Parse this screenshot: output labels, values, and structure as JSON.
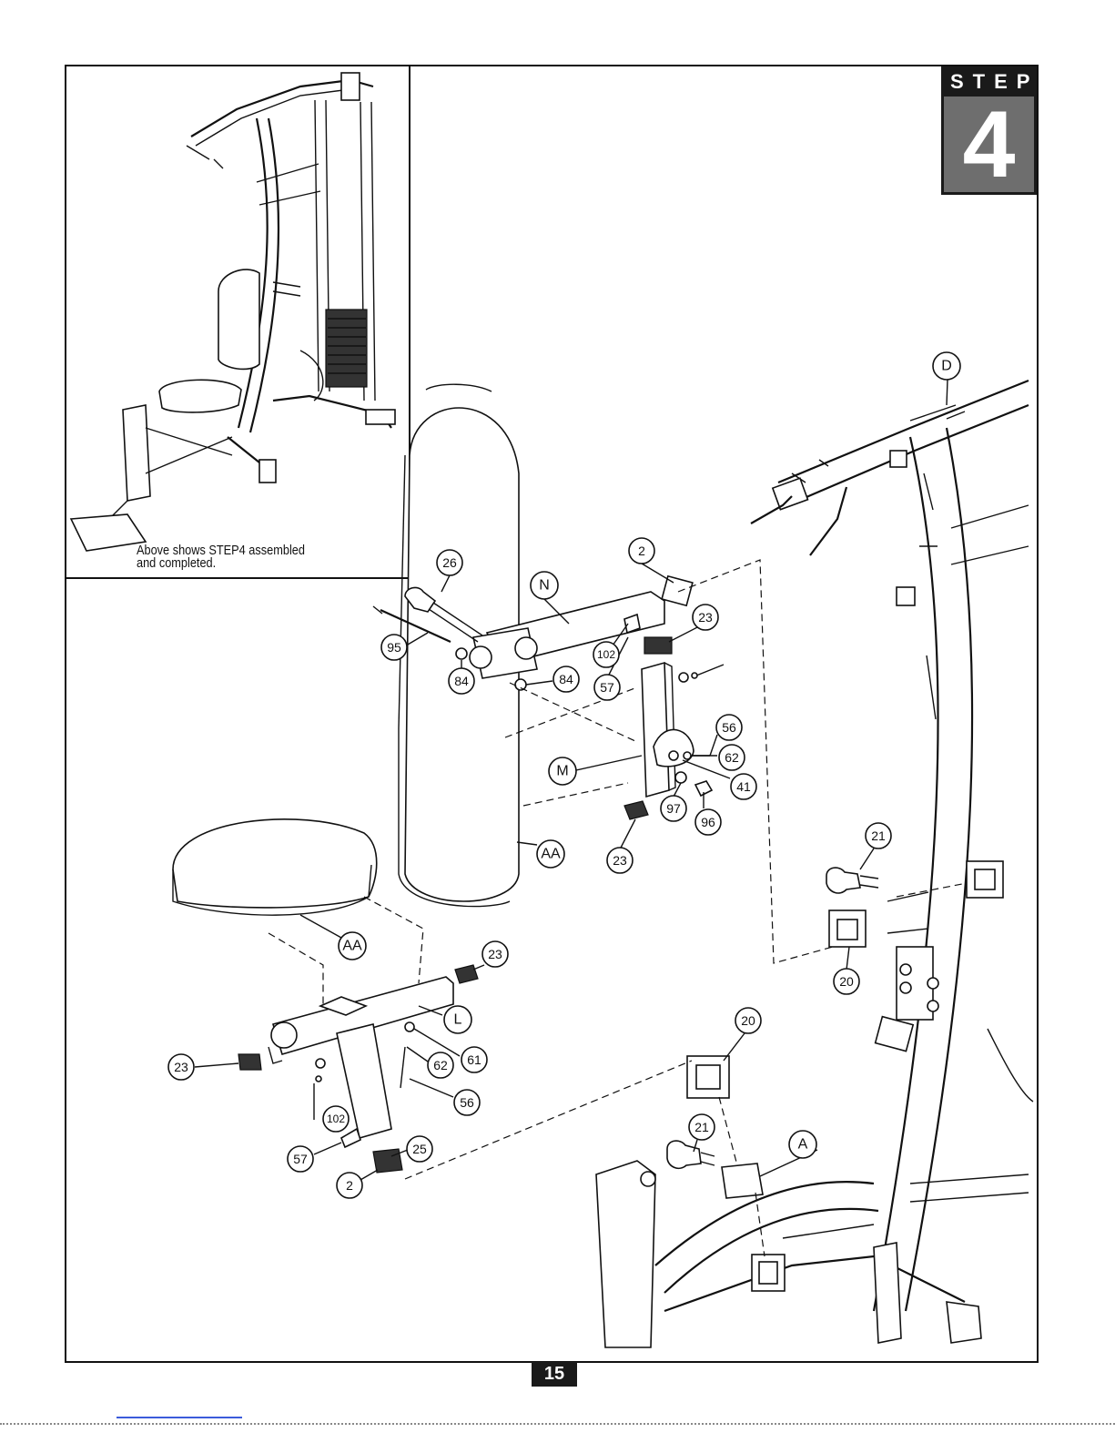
{
  "step": {
    "label": "STEP",
    "number": "4"
  },
  "inset": {
    "caption": "Above shows STEP4 assembled\nand completed."
  },
  "page_number": "15",
  "callouts": [
    {
      "id": "c-26",
      "text": "26"
    },
    {
      "id": "c-n",
      "text": "N"
    },
    {
      "id": "c-2-top",
      "text": "2"
    },
    {
      "id": "c-23-top",
      "text": "23"
    },
    {
      "id": "c-95",
      "text": "95"
    },
    {
      "id": "c-84-a",
      "text": "84"
    },
    {
      "id": "c-84-b",
      "text": "84"
    },
    {
      "id": "c-102-top",
      "text": "102"
    },
    {
      "id": "c-57-top",
      "text": "57"
    },
    {
      "id": "c-56-top",
      "text": "56"
    },
    {
      "id": "c-62-top",
      "text": "62"
    },
    {
      "id": "c-41",
      "text": "41"
    },
    {
      "id": "c-m",
      "text": "M"
    },
    {
      "id": "c-97",
      "text": "97"
    },
    {
      "id": "c-96",
      "text": "96"
    },
    {
      "id": "c-23-mid",
      "text": "23"
    },
    {
      "id": "c-aa-back",
      "text": "AA"
    },
    {
      "id": "c-aa-seat",
      "text": "AA"
    },
    {
      "id": "c-d",
      "text": "D"
    },
    {
      "id": "c-21-top",
      "text": "21"
    },
    {
      "id": "c-20-top",
      "text": "20"
    },
    {
      "id": "c-23-right",
      "text": "23"
    },
    {
      "id": "c-l",
      "text": "L"
    },
    {
      "id": "c-61",
      "text": "61"
    },
    {
      "id": "c-62-low",
      "text": "62"
    },
    {
      "id": "c-56-low",
      "text": "56"
    },
    {
      "id": "c-23-left",
      "text": "23"
    },
    {
      "id": "c-102-low",
      "text": "102"
    },
    {
      "id": "c-25",
      "text": "25"
    },
    {
      "id": "c-57-low",
      "text": "57"
    },
    {
      "id": "c-2-low",
      "text": "2"
    },
    {
      "id": "c-20-low",
      "text": "20"
    },
    {
      "id": "c-21-low",
      "text": "21"
    },
    {
      "id": "c-a",
      "text": "A"
    }
  ]
}
